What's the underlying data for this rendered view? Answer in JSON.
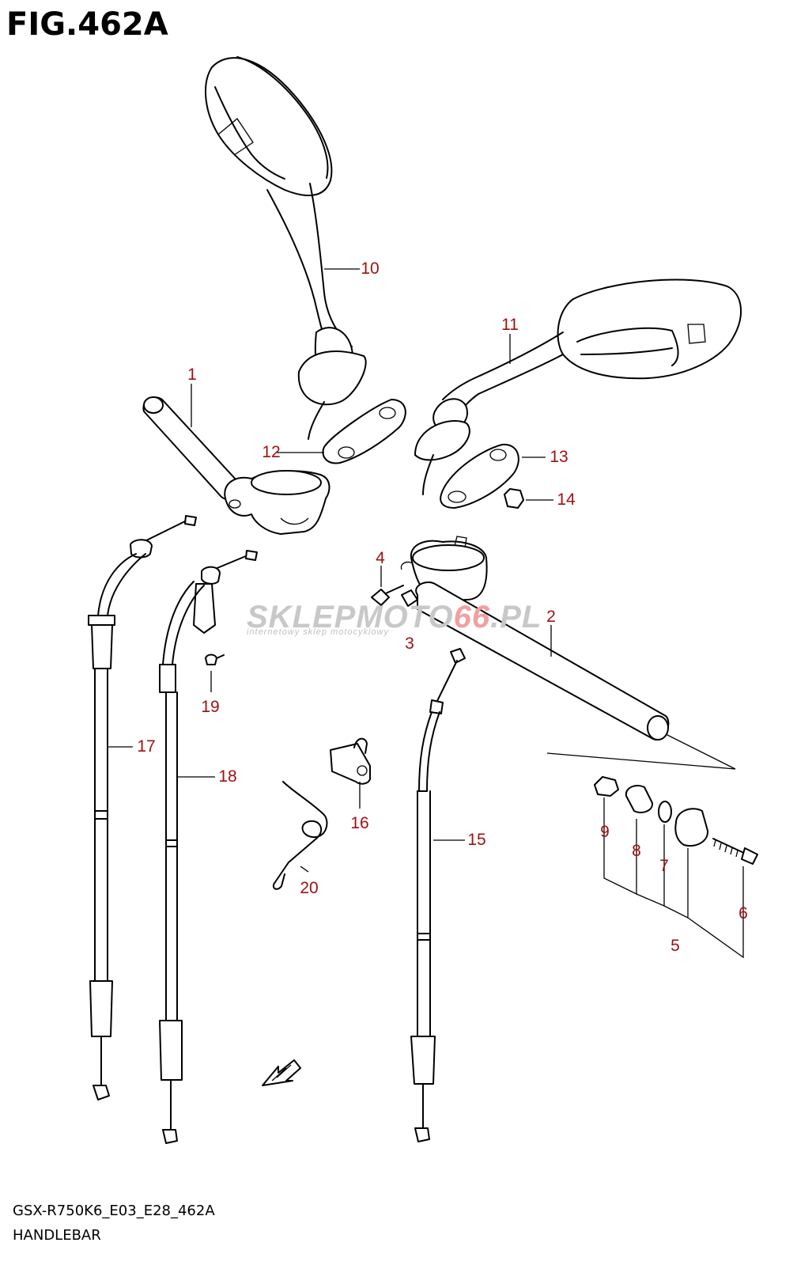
{
  "figure": {
    "title": "FIG.462A",
    "model_code": "GSX-R750K6_E03_E28_462A",
    "section_name": "HANDLEBAR"
  },
  "watermark": {
    "brand_gray": "SKLEPMOTO",
    "brand_red": "66",
    "brand_tail": ".PL",
    "tagline": "internetowy sklep motocyklowy"
  },
  "callouts": [
    {
      "id": "c1",
      "label": "1"
    },
    {
      "id": "c2",
      "label": "2"
    },
    {
      "id": "c3",
      "label": "3"
    },
    {
      "id": "c4",
      "label": "4"
    },
    {
      "id": "c5",
      "label": "5"
    },
    {
      "id": "c6",
      "label": "6"
    },
    {
      "id": "c7",
      "label": "7"
    },
    {
      "id": "c8",
      "label": "8"
    },
    {
      "id": "c9",
      "label": "9"
    },
    {
      "id": "c10",
      "label": "10"
    },
    {
      "id": "c11",
      "label": "11"
    },
    {
      "id": "c12",
      "label": "12"
    },
    {
      "id": "c13",
      "label": "13"
    },
    {
      "id": "c14",
      "label": "14"
    },
    {
      "id": "c15",
      "label": "15"
    },
    {
      "id": "c16",
      "label": "16"
    },
    {
      "id": "c17",
      "label": "17"
    },
    {
      "id": "c18",
      "label": "18"
    },
    {
      "id": "c19",
      "label": "19"
    },
    {
      "id": "c20",
      "label": "20"
    }
  ],
  "colors": {
    "callout": "#a01010",
    "line": "#000000",
    "background": "#ffffff"
  },
  "icons": {
    "direction_indicator": "front-arrow-icon"
  }
}
